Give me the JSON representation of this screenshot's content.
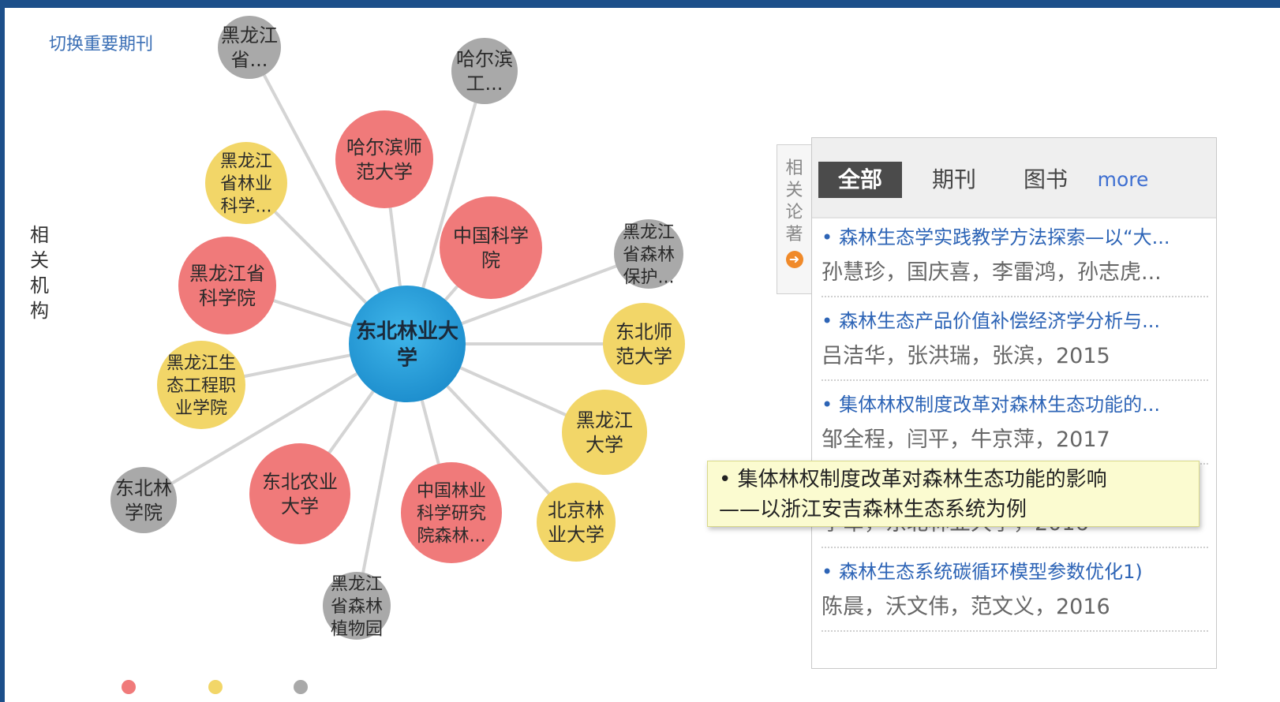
{
  "header": {
    "switch_link": "切换重要期刊"
  },
  "side_label": "相关机构",
  "network": {
    "center": {
      "label_lines": [
        "东北林业大",
        "学"
      ],
      "color": "#1e8fce"
    },
    "colors": {
      "red": "#f07a7a",
      "yellow": "#f2d668",
      "gray": "#a9a9a9"
    },
    "nodes": [
      {
        "label_lines": [
          "黑龙江",
          "省..."
        ],
        "color": "gray"
      },
      {
        "label_lines": [
          "哈尔滨",
          "工..."
        ],
        "color": "gray"
      },
      {
        "label_lines": [
          "哈尔滨师",
          "范大学"
        ],
        "color": "red"
      },
      {
        "label_lines": [
          "黑龙江",
          "省林业",
          "科学..."
        ],
        "color": "yellow"
      },
      {
        "label_lines": [
          "中国科学",
          "院"
        ],
        "color": "red"
      },
      {
        "label_lines": [
          "黑龙江",
          "省森林",
          "保护..."
        ],
        "color": "gray"
      },
      {
        "label_lines": [
          "黑龙江省",
          "科学院"
        ],
        "color": "red"
      },
      {
        "label_lines": [
          "东北师",
          "范大学"
        ],
        "color": "yellow"
      },
      {
        "label_lines": [
          "黑龙江生",
          "态工程职",
          "业学院"
        ],
        "color": "yellow"
      },
      {
        "label_lines": [
          "黑龙江",
          "大学"
        ],
        "color": "yellow"
      },
      {
        "label_lines": [
          "东北林",
          "学院"
        ],
        "color": "gray"
      },
      {
        "label_lines": [
          "东北农业",
          "大学"
        ],
        "color": "red"
      },
      {
        "label_lines": [
          "中国林业",
          "科学研究",
          "院森林..."
        ],
        "color": "red"
      },
      {
        "label_lines": [
          "北京林",
          "业大学"
        ],
        "color": "yellow"
      },
      {
        "label_lines": [
          "黑龙江",
          "省森林",
          "植物园"
        ],
        "color": "gray"
      }
    ]
  },
  "panel": {
    "side_tab_label": "相关论著",
    "tabs": [
      {
        "label": "全部",
        "active": true
      },
      {
        "label": "期刊",
        "active": false
      },
      {
        "label": "图书",
        "active": false
      },
      {
        "label": "more",
        "active": false
      }
    ],
    "entries": [
      {
        "title": "森林生态学实践教学方法探索—以“大...",
        "authors": "孙慧珍，国庆喜，李雷鸿，孙志虎..."
      },
      {
        "title": "森林生态产品价值补偿经济学分析与...",
        "authors": "吕洁华，张洪瑞，张滨，2015"
      },
      {
        "title": "集体林权制度改革对森林生态功能的...",
        "authors": "邹全程，闫平，牛京萍，2017"
      },
      {
        "title": "",
        "authors": "李军，东北林业大学，2016"
      },
      {
        "title": "森林生态系统碳循环模型参数优化1)",
        "authors": "陈晨，沃文伟，范文义，2016"
      }
    ]
  },
  "tooltip": {
    "line1": "集体林权制度改革对森林生态功能的影响",
    "line2": "——以浙江安吉森林生态系统为例"
  },
  "legend": {
    "colors": [
      "#f07a7a",
      "#f2d668",
      "#a9a9a9"
    ]
  }
}
